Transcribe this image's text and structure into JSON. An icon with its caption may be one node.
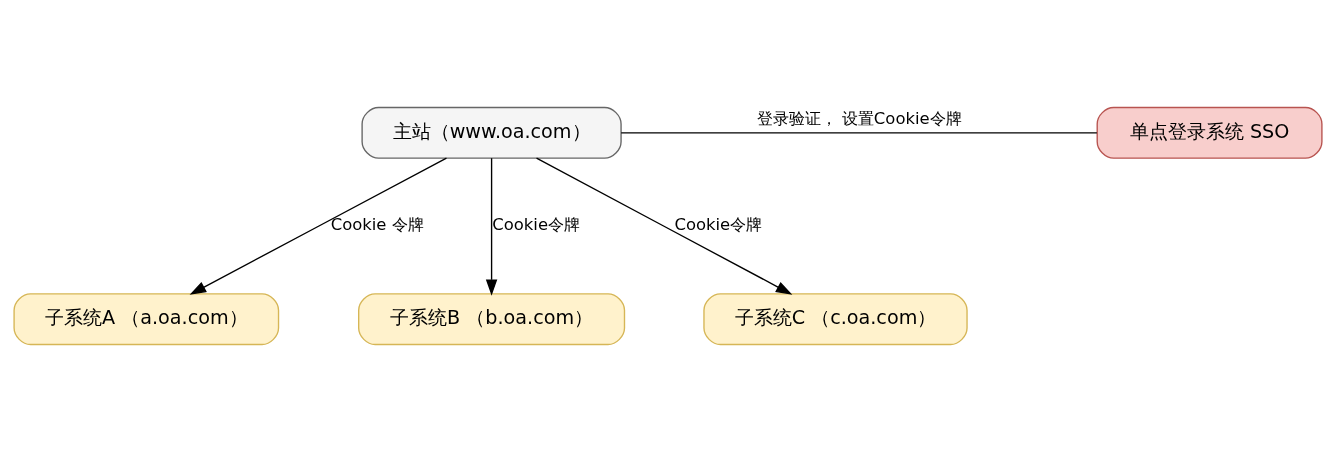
{
  "diagram": {
    "nodes": [
      {
        "text": [
          "主站（www.oa.com）"
        ]
      },
      {
        "text": [
          "单点登录系统 SSO"
        ]
      },
      {
        "text": [
          "子系统A （a.oa.com）"
        ]
      },
      {
        "text": [
          "子系统B （b.oa.com）"
        ]
      },
      {
        "text": [
          "子系统C （c.oa.com）"
        ]
      }
    ],
    "edges": [
      {
        "from": 0,
        "to": 1,
        "arrow": "none",
        "label": "登录验证， 设置Cookie令牌"
      },
      {
        "from": 0,
        "to": 2,
        "arrow": "to",
        "label": "Cookie 令牌"
      },
      {
        "from": 0,
        "to": 3,
        "arrow": "to",
        "label": "Cookie令牌"
      },
      {
        "from": 0,
        "to": 4,
        "arrow": "to",
        "label": "Cookie令牌"
      }
    ]
  }
}
